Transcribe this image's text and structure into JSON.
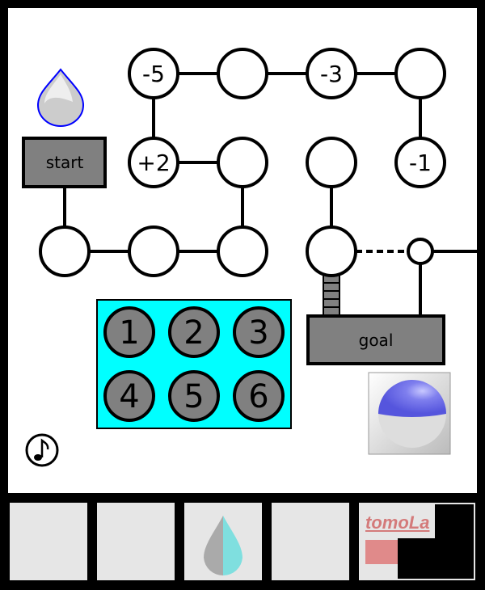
{
  "board": {
    "start_label": "start",
    "goal_label": "goal",
    "nodes": [
      {
        "label": "-5"
      },
      {
        "label": ""
      },
      {
        "label": "-3"
      },
      {
        "label": ""
      },
      {
        "label": "+2"
      },
      {
        "label": ""
      },
      {
        "label": ""
      },
      {
        "label": "-1"
      },
      {
        "label": ""
      },
      {
        "label": ""
      },
      {
        "label": ""
      },
      {
        "label": ""
      }
    ]
  },
  "dice": [
    "1",
    "2",
    "3",
    "4",
    "5",
    "6"
  ],
  "colors": {
    "dice_panel": "#00ffff",
    "dice": "#808080",
    "box": "#808080",
    "drop_outline": "#0000ff"
  },
  "icons": {
    "player": "water-drop-icon",
    "music": "music-note-icon"
  },
  "inventory": {
    "slot3_item": "half-water-drop-icon",
    "logo": "tomoLa"
  }
}
